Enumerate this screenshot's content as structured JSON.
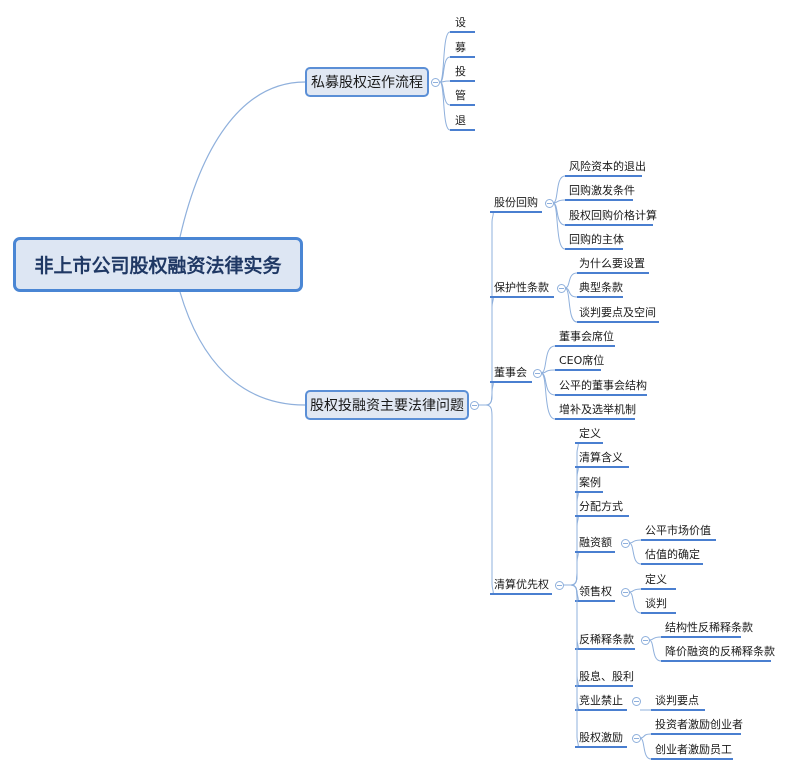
{
  "root": {
    "label": "非上市公司股权融资法律实务"
  },
  "branches": [
    {
      "label": "私募股权运作流程",
      "children": [
        {
          "label": "设"
        },
        {
          "label": "募"
        },
        {
          "label": "投"
        },
        {
          "label": "管"
        },
        {
          "label": "退"
        }
      ]
    },
    {
      "label": "股权投融资主要法律问题",
      "children": [
        {
          "label": "股份回购",
          "children": [
            {
              "label": "风险资本的退出"
            },
            {
              "label": "回购激发条件"
            },
            {
              "label": "股权回购价格计算"
            },
            {
              "label": "回购的主体"
            }
          ]
        },
        {
          "label": "保护性条款",
          "children": [
            {
              "label": "为什么要设置"
            },
            {
              "label": "典型条款"
            },
            {
              "label": "谈判要点及空间"
            }
          ]
        },
        {
          "label": "董事会",
          "children": [
            {
              "label": "董事会席位"
            },
            {
              "label": "CEO席位"
            },
            {
              "label": "公平的董事会结构"
            },
            {
              "label": "增补及选举机制"
            }
          ]
        },
        {
          "label": "清算优先权",
          "children": [
            {
              "label": "定义"
            },
            {
              "label": "清算含义"
            },
            {
              "label": "案例"
            },
            {
              "label": "分配方式"
            },
            {
              "label": "融资额",
              "children": [
                {
                  "label": "公平市场价值"
                },
                {
                  "label": "估值的确定"
                }
              ]
            },
            {
              "label": "领售权",
              "children": [
                {
                  "label": "定义"
                },
                {
                  "label": "谈判"
                }
              ]
            },
            {
              "label": "反稀释条款",
              "children": [
                {
                  "label": "结构性反稀释条款"
                },
                {
                  "label": "降价融资的反稀释条款"
                }
              ]
            },
            {
              "label": "股息、股利"
            },
            {
              "label": "竞业禁止",
              "children": [
                {
                  "label": "谈判要点"
                }
              ]
            },
            {
              "label": "股权激励",
              "children": [
                {
                  "label": "投资者激励创业者"
                },
                {
                  "label": "创业者激励员工"
                }
              ]
            }
          ]
        }
      ]
    }
  ],
  "colors": {
    "line": "#4a7fd0",
    "curve": "#8fb0dc",
    "root_border": "#4a86d4",
    "node_fill": "#dde6f3"
  }
}
